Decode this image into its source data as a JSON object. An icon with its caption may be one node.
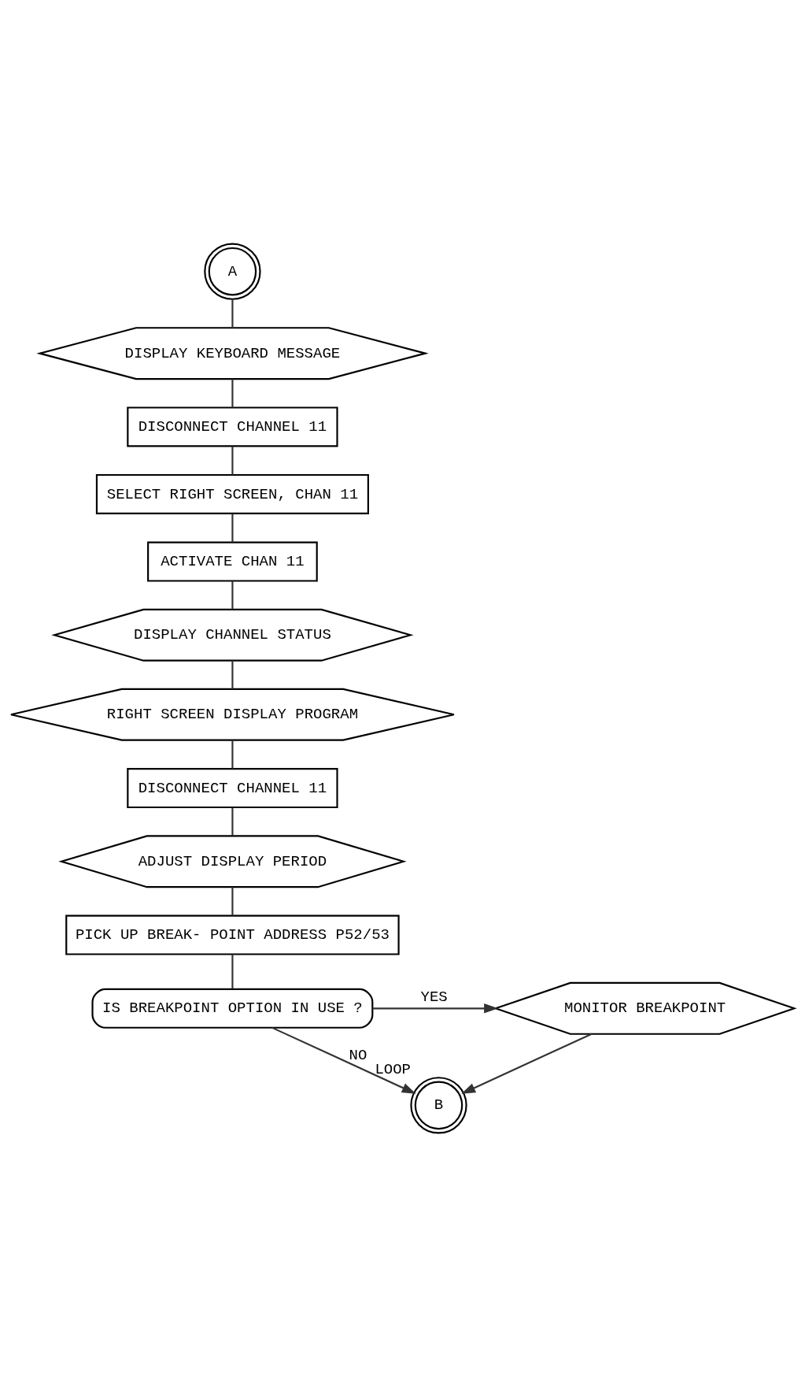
{
  "diagram": {
    "nodes": [
      {
        "text": [
          "A"
        ]
      },
      {
        "text": [
          "DISPLAY KEYBOARD MESSAGE"
        ]
      },
      {
        "text": [
          "DISCONNECT CHANNEL 11"
        ]
      },
      {
        "text": [
          "SELECT RIGHT SCREEN, CHAN 11"
        ]
      },
      {
        "text": [
          "ACTIVATE CHAN 11"
        ]
      },
      {
        "text": [
          "DISPLAY CHANNEL STATUS"
        ]
      },
      {
        "text": [
          "RIGHT SCREEN DISPLAY PROGRAM"
        ]
      },
      {
        "text": [
          "DISCONNECT CHANNEL 11"
        ]
      },
      {
        "text": [
          "ADJUST DISPLAY PERIOD"
        ]
      },
      {
        "text": [
          "PICK UP BREAK- POINT ADDRESS P52/53"
        ]
      },
      {
        "text": [
          "IS BREAKPOINT OPTION IN USE ?"
        ]
      },
      {
        "text": [
          "MONITOR BREAKPOINT"
        ]
      },
      {
        "text": [
          "B"
        ],
        "beside": [
          "LOOP"
        ]
      }
    ],
    "edges": [
      {
        "from": 0,
        "to": 1,
        "arrow": "none"
      },
      {
        "from": 1,
        "to": 2,
        "arrow": "none"
      },
      {
        "from": 2,
        "to": 3,
        "arrow": "none"
      },
      {
        "from": 3,
        "to": 4,
        "arrow": "none"
      },
      {
        "from": 4,
        "to": 5,
        "arrow": "none"
      },
      {
        "from": 5,
        "to": 6,
        "arrow": "none"
      },
      {
        "from": 6,
        "to": 7,
        "arrow": "none"
      },
      {
        "from": 7,
        "to": 8,
        "arrow": "none"
      },
      {
        "from": 8,
        "to": 9,
        "arrow": "none"
      },
      {
        "from": 9,
        "to": 10,
        "arrow": "none"
      },
      {
        "from": 10,
        "to": 11,
        "arrow": "to",
        "label": "YES"
      },
      {
        "from": 10,
        "to": 12,
        "arrow": "to",
        "label": "NO"
      },
      {
        "from": 11,
        "to": 12,
        "arrow": "to"
      }
    ]
  }
}
